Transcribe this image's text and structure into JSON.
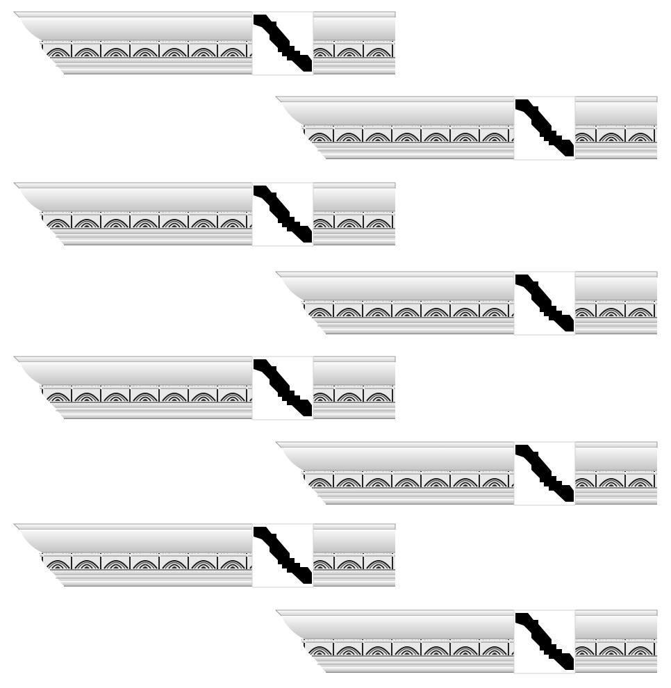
{
  "image": {
    "subject": "crown moulding",
    "background_color": "#ffffff",
    "moulding_body_color": "#d9d9d9",
    "profile_color": "#000000",
    "rows": [
      {
        "id": "row-1",
        "side": "left"
      },
      {
        "id": "row-2",
        "side": "right"
      },
      {
        "id": "row-3",
        "side": "left"
      },
      {
        "id": "row-4",
        "side": "right"
      },
      {
        "id": "row-5",
        "side": "left"
      },
      {
        "id": "row-6",
        "side": "right"
      },
      {
        "id": "row-7",
        "side": "left"
      },
      {
        "id": "row-8",
        "side": "right"
      }
    ]
  }
}
